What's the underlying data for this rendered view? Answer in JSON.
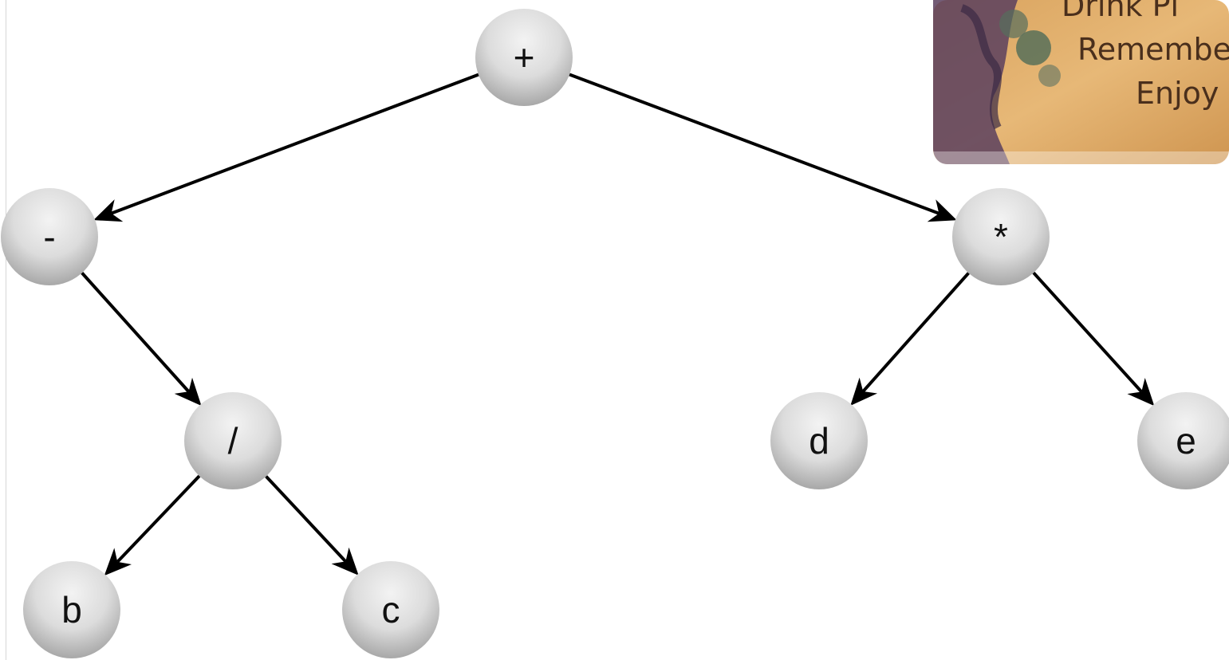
{
  "diagram": {
    "type": "expression-tree",
    "colors": {
      "node_light": "#f2f2f2",
      "node_dark": "#a9a9a9",
      "edge": "#000000",
      "label": "#111111"
    },
    "nodes": [
      {
        "id": "plus",
        "label": "+"
      },
      {
        "id": "minus",
        "label": "-"
      },
      {
        "id": "times",
        "label": "*"
      },
      {
        "id": "div",
        "label": "/"
      },
      {
        "id": "b",
        "label": "b"
      },
      {
        "id": "c",
        "label": "c"
      },
      {
        "id": "d",
        "label": "d"
      },
      {
        "id": "e",
        "label": "e"
      }
    ],
    "edges": [
      {
        "from": "plus",
        "to": "minus"
      },
      {
        "from": "plus",
        "to": "times"
      },
      {
        "from": "minus",
        "to": "div"
      },
      {
        "from": "div",
        "to": "b"
      },
      {
        "from": "div",
        "to": "c"
      },
      {
        "from": "times",
        "to": "d"
      },
      {
        "from": "times",
        "to": "e"
      }
    ]
  },
  "overlay_image": {
    "kind": "vintage postcard fragment",
    "lines": [
      "Drink Pl",
      "Remembe",
      "Enjoy"
    ]
  }
}
